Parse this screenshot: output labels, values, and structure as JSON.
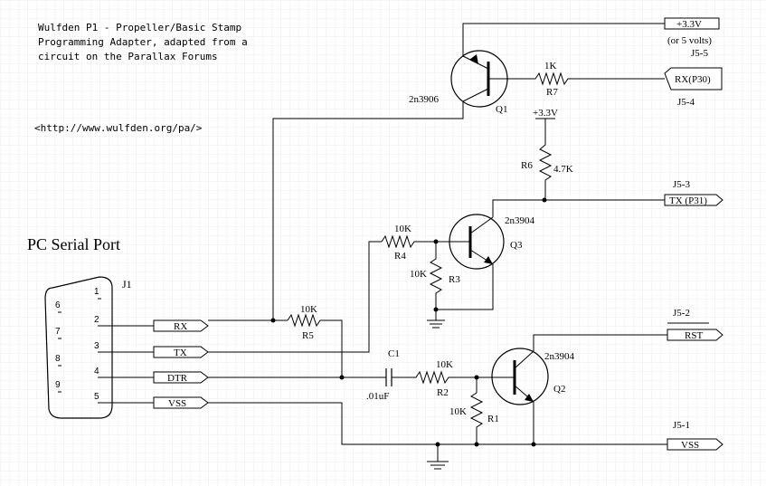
{
  "title_lines": [
    "Wulfden P1 - Propeller/Basic Stamp",
    "Programming Adapter, adapted from a",
    "circuit on the Parallax Forums"
  ],
  "url": "<http://www.wulfden.org/pa/>",
  "serial_port_title": "PC Serial Port",
  "connector": {
    "ref": "J1",
    "pins_right": [
      "1",
      "2",
      "3",
      "4",
      "5"
    ],
    "pins_left": [
      "6",
      "7",
      "8",
      "9"
    ]
  },
  "pc_signals": [
    "RX",
    "TX",
    "DTR",
    "VSS"
  ],
  "outputs": {
    "v33": "+3.3V",
    "v33_note": "(or 5 volts)",
    "j5_5": "J5-5",
    "rx_p30": "RX(P30)",
    "j5_4": "J5-4",
    "j5_3": "J5-3",
    "tx_p31": "TX (P31)",
    "j5_2": "J5-2",
    "rst": "RST",
    "j5_1": "J5-1",
    "vss": "VSS"
  },
  "components": {
    "q1_type": "2n3906",
    "q1_ref": "Q1",
    "q2_type": "2n3904",
    "q2_ref": "Q2",
    "q3_type": "2n3904",
    "q3_ref": "Q3",
    "r1_val": "10K",
    "r1_ref": "R1",
    "r2_val": "10K",
    "r2_ref": "R2",
    "r3_val": "10K",
    "r3_ref": "R3",
    "r4_val": "10K",
    "r4_ref": "R4",
    "r5_val": "10K",
    "r5_ref": "R5",
    "r6_val": "4.7K",
    "r6_ref": "R6",
    "r7_val": "1K",
    "r7_ref": "R7",
    "c1_ref": "C1",
    "c1_val": ".01uF",
    "v33_small": "+3.3V"
  }
}
